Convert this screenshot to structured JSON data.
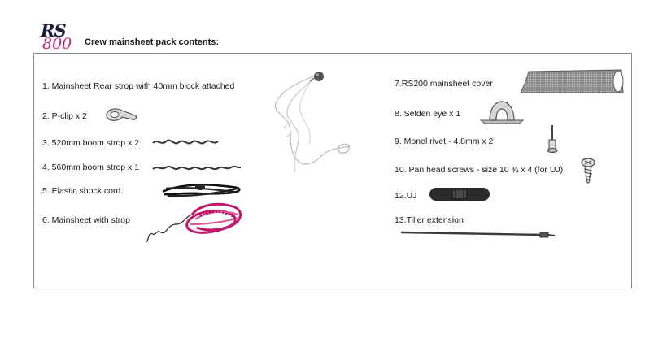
{
  "logo": {
    "brand": "RS",
    "model": "800"
  },
  "header": {
    "title": "Crew mainsheet pack contents:"
  },
  "items": [
    {
      "label": "1. Mainsheet Rear strop with 40mm block attached"
    },
    {
      "label": "2. P-clip x 2"
    },
    {
      "label": "3. 520mm boom strop x 2"
    },
    {
      "label": "4. 560mm boom strop x 1"
    },
    {
      "label": "5. Elastic shock cord."
    },
    {
      "label": "6. Mainsheet with strop"
    },
    {
      "label": "7.RS200 mainsheet cover"
    },
    {
      "label": "8. Selden eye x 1"
    },
    {
      "label": "9. Monel rivet - 4.8mm  x 2"
    },
    {
      "label": "10. Pan head screws - size 10 ¾ x 4  (for UJ)"
    },
    {
      "label": "12.UJ"
    },
    {
      "label": "13.Tiller extension"
    }
  ],
  "icons": {
    "rear_strop": "strop-with-block-icon",
    "p_clip": "p-clip-icon",
    "boom_strop_520": "boom-strop-icon",
    "boom_strop_560": "boom-strop-icon",
    "shock_cord": "shock-cord-icon",
    "mainsheet": "mainsheet-rope-icon",
    "cover": "mainsheet-cover-icon",
    "selden_eye": "selden-eye-icon",
    "rivet": "rivet-icon",
    "screw": "screw-icon",
    "uj": "universal-joint-icon",
    "tiller": "tiller-extension-icon"
  },
  "colors": {
    "brand_navy": "#1b1b3a",
    "brand_pink": "#cc1f7a",
    "rope_pink": "#c2186b",
    "border": "#8a8a8a"
  }
}
